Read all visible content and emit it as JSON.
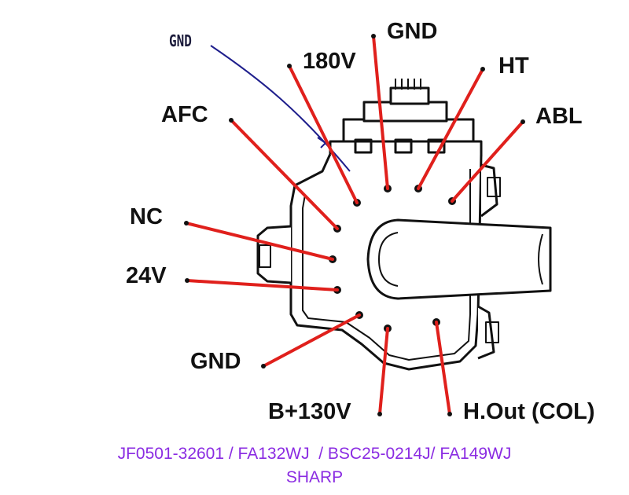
{
  "annotation_label": "GND",
  "pin_labels": {
    "gnd_top": "GND",
    "v180": "180V",
    "ht": "HT",
    "afc": "AFC",
    "abl": "ABL",
    "nc": "NC",
    "v24": "24V",
    "gnd_bottom": "GND",
    "b130": "B+130V",
    "hout": "H.Out (COL)"
  },
  "caption": {
    "part_numbers": "JF0501-32601 / FA132WJ  / BSC25-0214J/ FA149WJ",
    "brand": "SHARP"
  },
  "colors": {
    "leader_lines": "#e0201c",
    "annotation_line": "#1e1e8c",
    "caption_text": "#8a2be2",
    "outline": "#111111"
  }
}
